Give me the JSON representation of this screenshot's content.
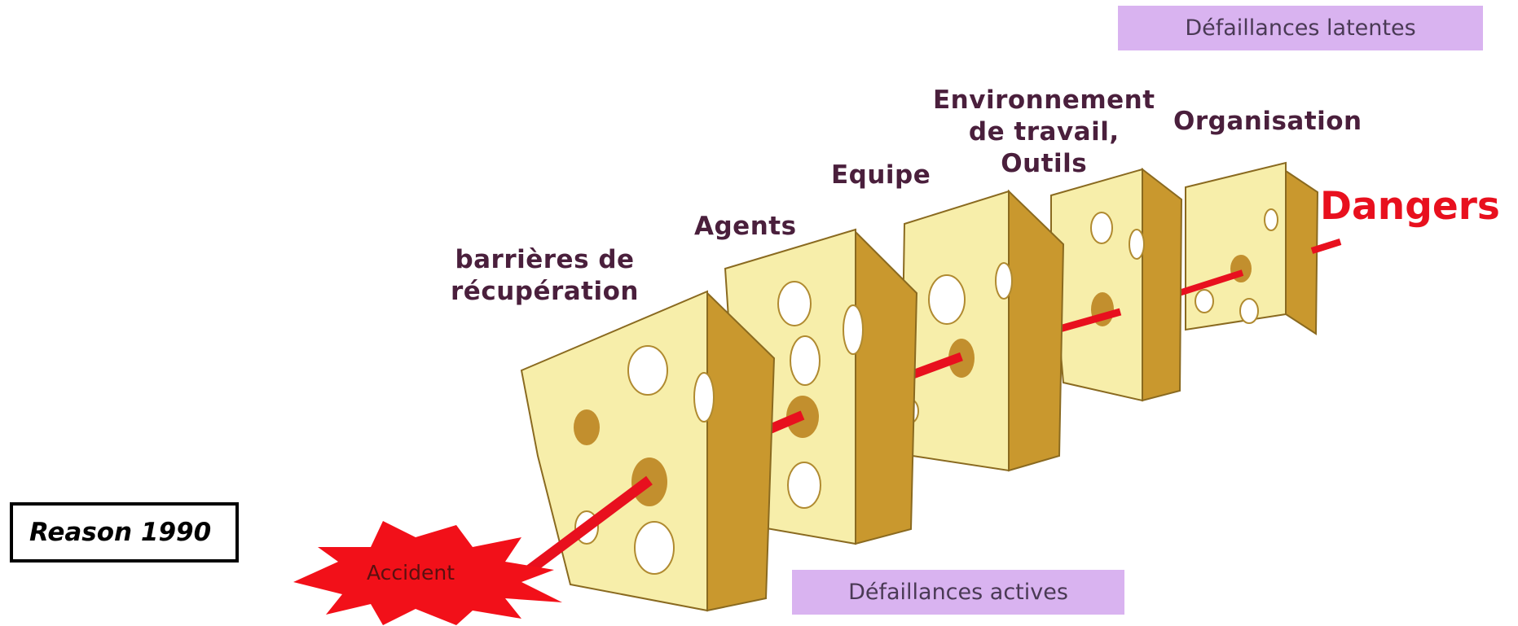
{
  "citation": "Reason 1990",
  "labels": {
    "organisation": [
      "Organisation"
    ],
    "environnement": [
      "Environnement",
      "de travail,",
      "Outils"
    ],
    "equipe": [
      "Equipe"
    ],
    "agents": [
      "Agents"
    ],
    "barrieres": [
      "barrières de",
      "récupération"
    ]
  },
  "latent_label": "Défaillances latentes",
  "active_label": "Défaillances actives",
  "dangers_label": "Dangers",
  "accident_label": "Accident",
  "colors": {
    "cheese_face": "#f7eeaa",
    "cheese_side": "#c9982e",
    "hole_shadow": "#c28f2e",
    "trajectory": "#e8101e",
    "failure_box": "#d9b3f0",
    "label_text": "#4a1f3c"
  }
}
